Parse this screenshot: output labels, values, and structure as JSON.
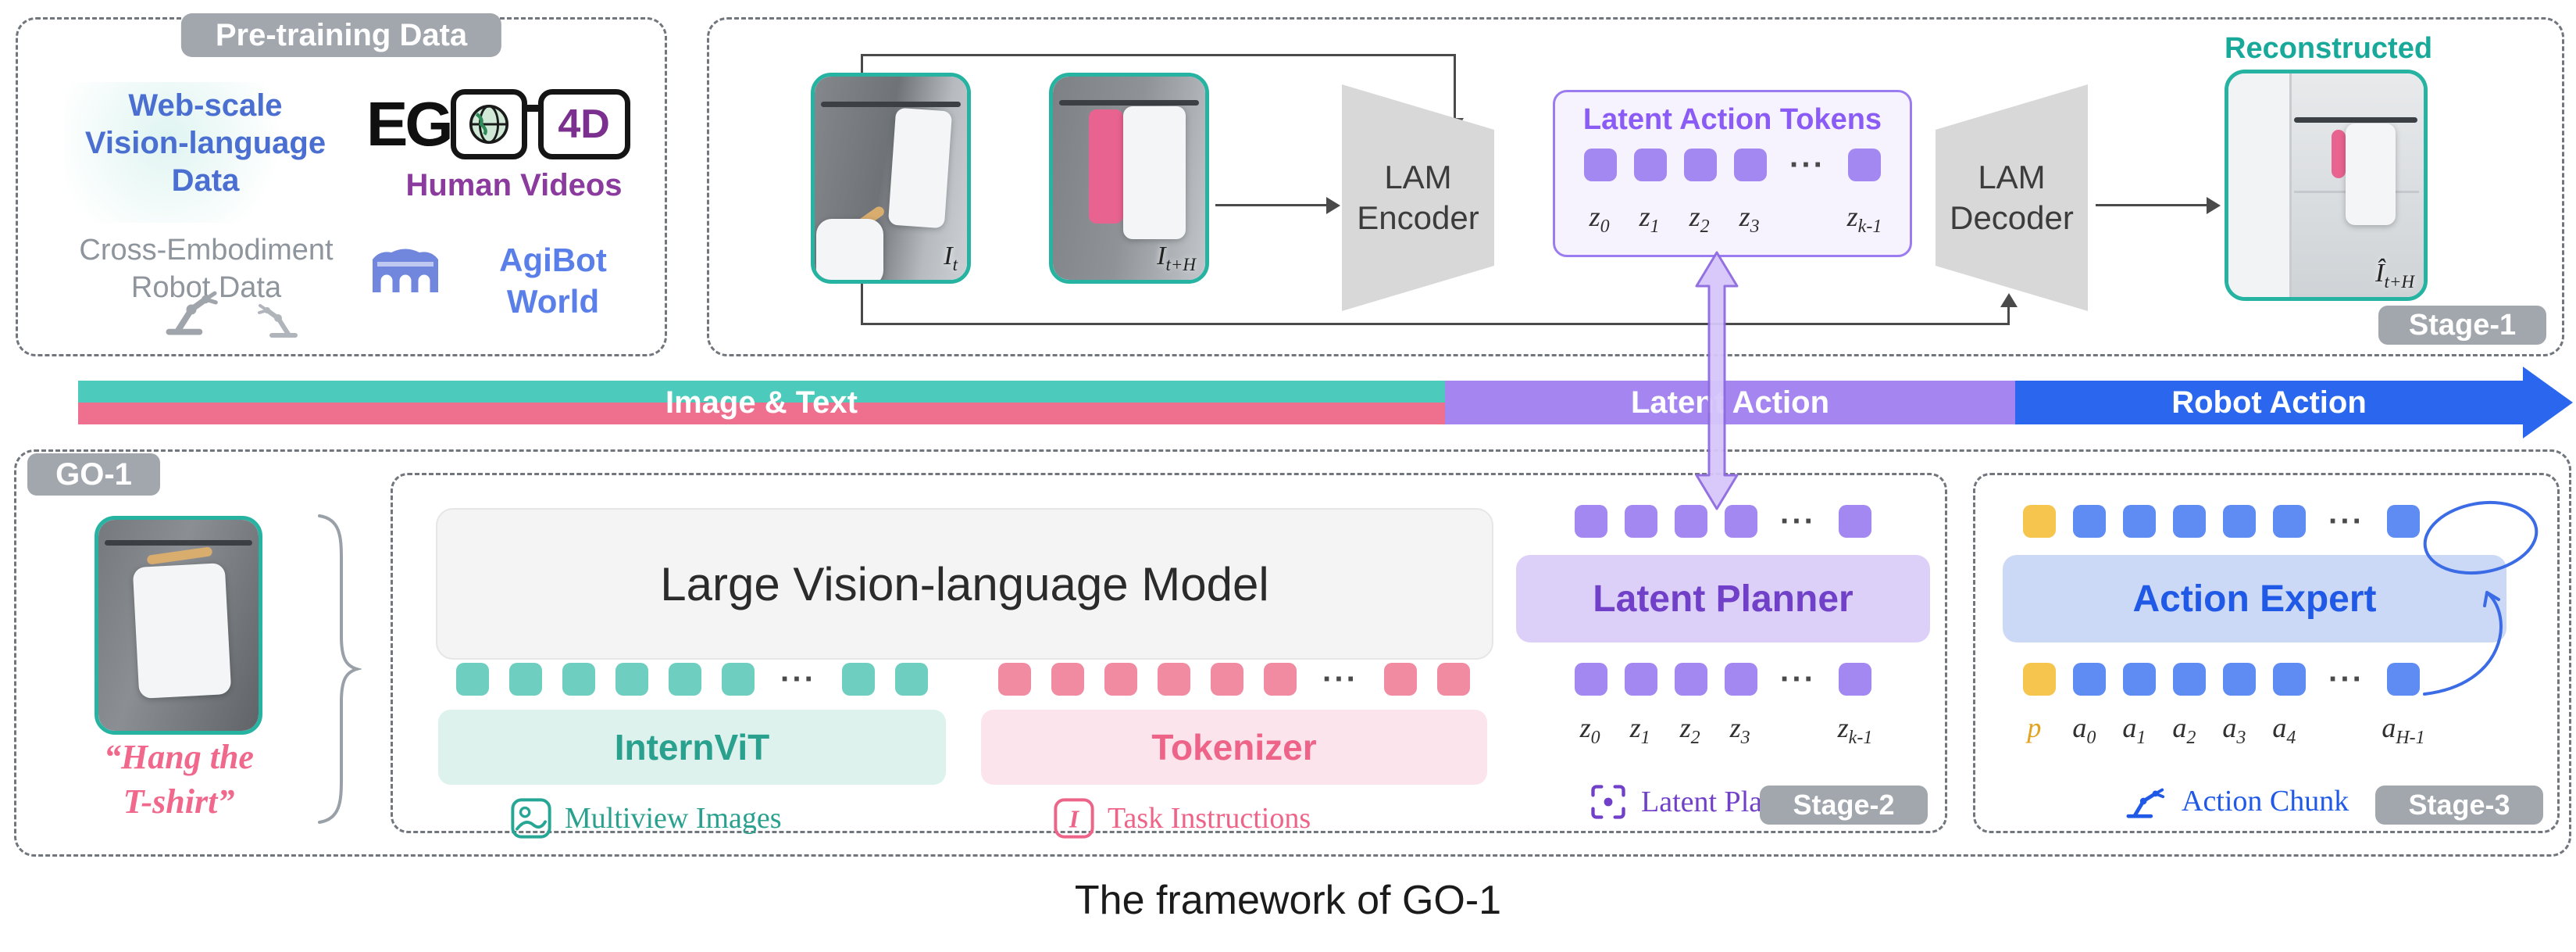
{
  "dots": "···",
  "caption": "The framework of GO-1",
  "pretraining": {
    "title": "Pre-training Data",
    "web_scale": [
      "Web-scale",
      "Vision-language",
      "Data"
    ],
    "ego_eg": "EG",
    "ego_4d": "4D",
    "human_videos": "Human Videos",
    "cross_embodiment": [
      "Cross-Embodiment",
      "Robot Data"
    ],
    "agibot": [
      "AgiBot",
      "World"
    ]
  },
  "stage1": {
    "badge": "Stage-1",
    "img1": {
      "b": "I",
      "s": "t"
    },
    "img2": {
      "b": "I",
      "s": "t+H"
    },
    "encoder": [
      "LAM",
      "Encoder"
    ],
    "decoder": [
      "LAM",
      "Decoder"
    ],
    "tokens_title": "Latent Action Tokens",
    "z": [
      {
        "b": "z",
        "s": "0"
      },
      {
        "b": "z",
        "s": "1"
      },
      {
        "b": "z",
        "s": "2"
      },
      {
        "b": "z",
        "s": "3"
      },
      {
        "b": "z",
        "s": "k-1"
      }
    ],
    "reconstructed": "Reconstructed",
    "recon": {
      "b": "Î",
      "s": "t+H"
    }
  },
  "bar": {
    "image_text": "Image & Text",
    "latent_action": "Latent Action",
    "robot_action": "Robot Action"
  },
  "go1": {
    "badge": "GO-1",
    "quote": [
      "“Hang the",
      "T-shirt”"
    ]
  },
  "stage2": {
    "badge": "Stage-2",
    "vlm_title": "Large Vision-language Model",
    "internvit": "InternViT",
    "tokenizer": "Tokenizer",
    "multiview": "Multiview Images",
    "task_instructions": "Task Instructions",
    "latent_planner": "Latent Planner",
    "latent_planning": "Latent Planning",
    "z": [
      {
        "b": "z",
        "s": "0"
      },
      {
        "b": "z",
        "s": "1"
      },
      {
        "b": "z",
        "s": "2"
      },
      {
        "b": "z",
        "s": "3"
      },
      {
        "b": "z",
        "s": "k-1"
      }
    ]
  },
  "stage3": {
    "badge": "Stage-3",
    "action_expert": "Action Expert",
    "action_chunk": "Action Chunk",
    "labels": [
      {
        "b": "p",
        "s": ""
      },
      {
        "b": "a",
        "s": "0"
      },
      {
        "b": "a",
        "s": "1"
      },
      {
        "b": "a",
        "s": "2"
      },
      {
        "b": "a",
        "s": "3"
      },
      {
        "b": "a",
        "s": "4"
      },
      {
        "b": "a",
        "s": "H-1"
      }
    ]
  }
}
